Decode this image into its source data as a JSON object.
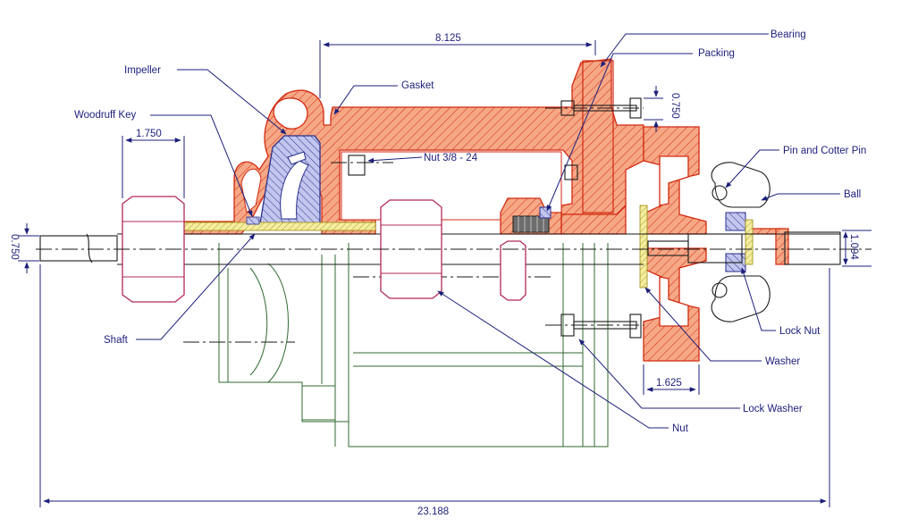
{
  "labels": {
    "bearing": "Bearing",
    "packing": "Packing",
    "impeller": "Impeller",
    "gasket": "Gasket",
    "woodruff_key": "Woodruff Key",
    "nut_spec": "Nut 3/8 - 24",
    "pin_and_cotter_pin": "Pin and Cotter Pin",
    "ball": "Ball",
    "shaft": "Shaft",
    "lock_nut": "Lock Nut",
    "washer": "Washer",
    "lock_washer": "Lock Washer",
    "nut": "Nut"
  },
  "dimensions": {
    "housing_length": "8.125",
    "key_offset": "1.750",
    "shaft_dia_left": "0.750",
    "bolt_spacing": "0.750",
    "shaft_dia_right": "1.094",
    "hub_width": "1.625",
    "overall_length": "23.188"
  },
  "colors": {
    "section_fill": "#f4a07a",
    "section_stroke": "#d22a10",
    "impeller_fill": "#b9bde8",
    "impeller_stroke": "#2a2f8a",
    "hidden_lines": "#2f6a2f",
    "annotation": "#1c1f7a",
    "background": "#ffffff"
  }
}
